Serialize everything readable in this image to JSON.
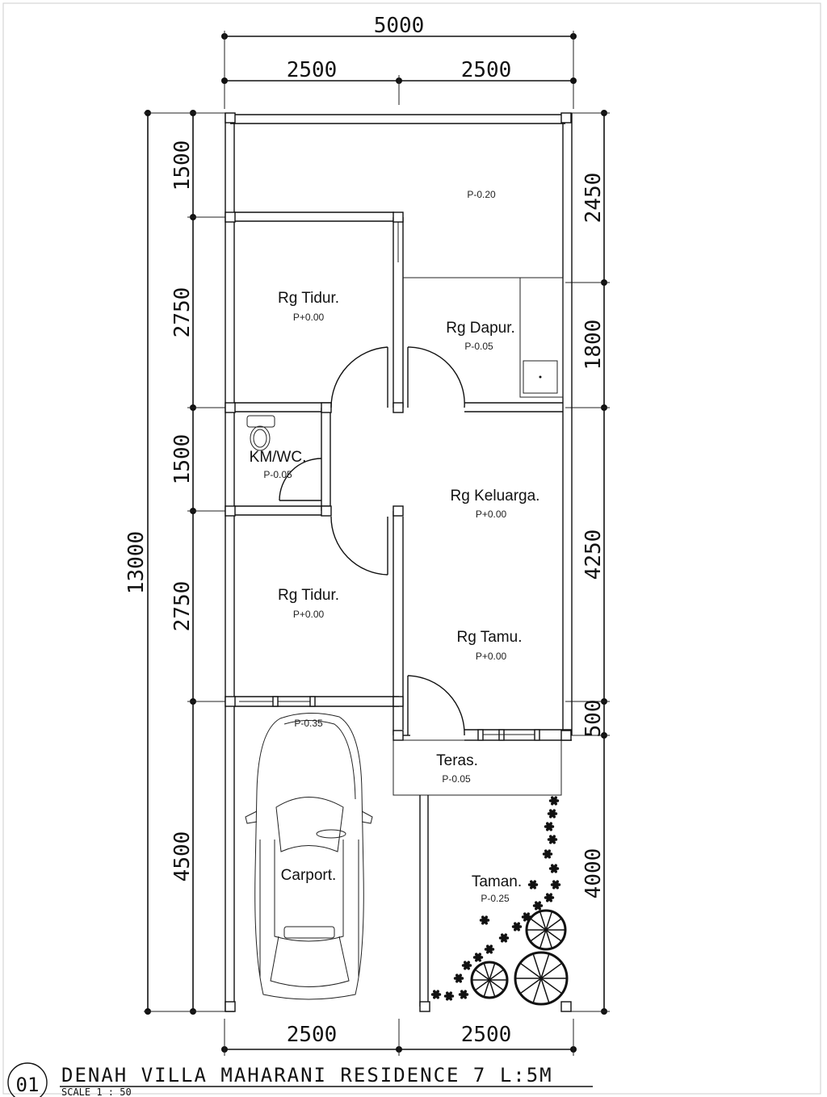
{
  "dimensions": {
    "top_total": "5000",
    "top_left": "2500",
    "top_right": "2500",
    "bottom_left": "2500",
    "bottom_right": "2500",
    "left_total": "13000",
    "left_1": "1500",
    "left_2": "2750",
    "left_3": "1500",
    "left_4": "2750",
    "left_5": "4500",
    "right_1": "2450",
    "right_2": "1800",
    "right_3": "4250",
    "right_4": "500",
    "right_5": "4000"
  },
  "rooms": {
    "top_level": "P-0.20",
    "tidur1_name": "Rg Tidur.",
    "tidur1_level": "P+0.00",
    "dapur_name": "Rg Dapur.",
    "dapur_level": "P-0.05",
    "kmwc_name": "KM/WC.",
    "kmwc_level": "P-0.05",
    "keluarga_name": "Rg Keluarga.",
    "keluarga_level": "P+0.00",
    "tidur2_name": "Rg Tidur.",
    "tidur2_level": "P+0.00",
    "tamu_name": "Rg Tamu.",
    "tamu_level": "P+0.00",
    "carport_level": "P-0.35",
    "carport_name": "Carport.",
    "teras_name": "Teras.",
    "teras_level": "P-0.05",
    "taman_name": "Taman.",
    "taman_level": "P-0.25"
  },
  "title": {
    "number": "01",
    "text": "DENAH VILLA MAHARANI RESIDENCE 7 L:5M",
    "scale": "SCALE 1 : 50"
  }
}
